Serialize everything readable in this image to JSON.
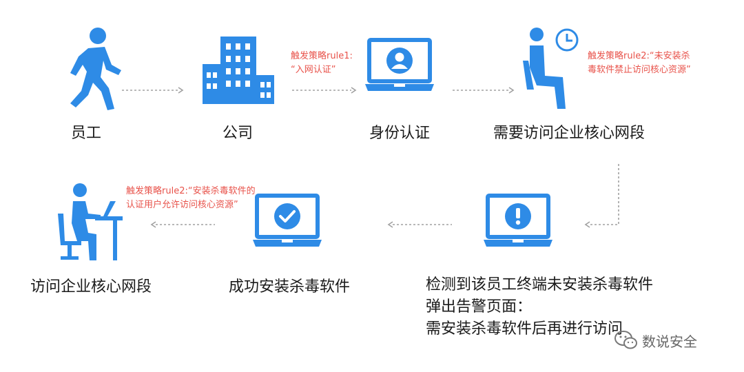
{
  "nodes": {
    "employee": "员工",
    "company": "公司",
    "auth": "身份认证",
    "need_access": "需要访问企业核心网段",
    "access": "访问企业核心网段",
    "install_ok": "成功安装杀毒软件",
    "detect": {
      "line1": "检测到该员工终端未安装杀毒软件",
      "line2": "弹出告警页面：",
      "line3": "需安装杀毒软件后再进行访问"
    }
  },
  "notes": {
    "rule1": {
      "line1": "触发策略rule1:",
      "line2": "“入网认证”"
    },
    "rule2a": {
      "line1": "触发策略rule2:“未安装杀",
      "line2": "毒软件禁止访问核心资源”"
    },
    "rule2b": {
      "line1": "触发策略rule2:“安装杀毒软件的",
      "line2": "认证用户允许访问核心资源”"
    }
  },
  "watermark": "数说安全",
  "colors": {
    "icon": "#2e8be6",
    "note": "#e8524a",
    "arrow": "#a0a0a0",
    "text": "#1a1a1a"
  }
}
